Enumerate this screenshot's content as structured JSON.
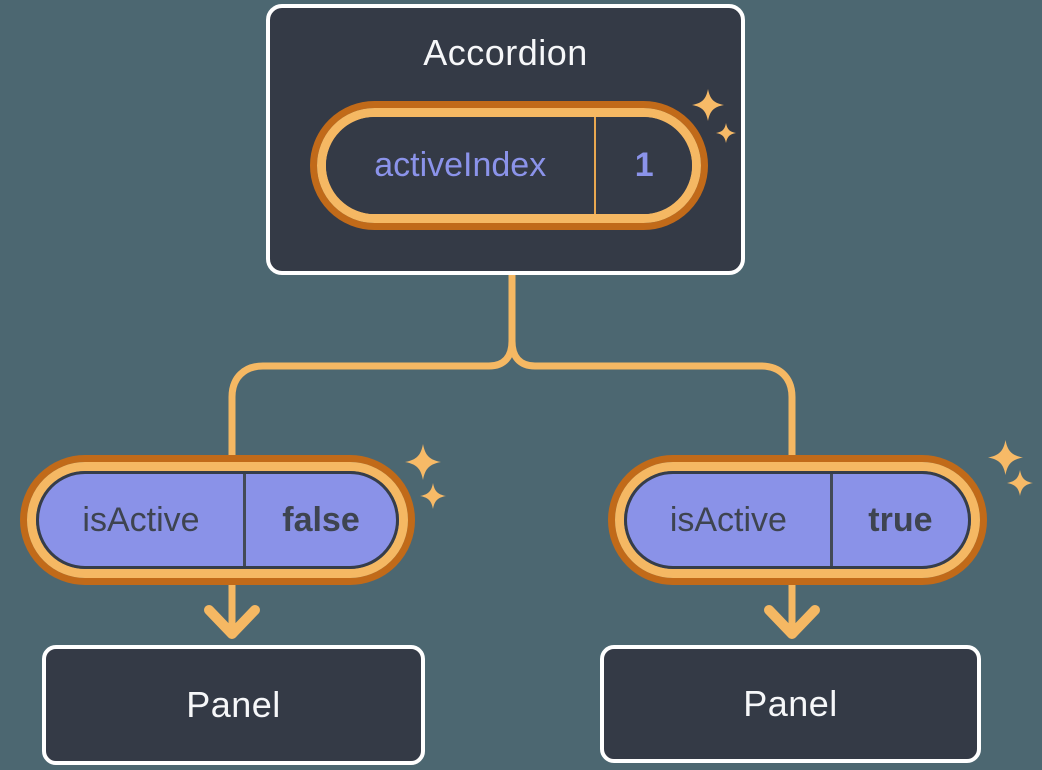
{
  "diagram": {
    "description": "Component tree: Accordion holds state, passes isActive props to two Panels",
    "colors": {
      "background": "#4C6771",
      "node_background": "#343A46",
      "node_border": "#FFFFFF",
      "connector_orange": "#F5B863",
      "ring_dark_orange": "#C16A19",
      "pill_purple": "#8A92E8",
      "state_text_purple": "#8B93EA",
      "prop_text_dark": "#3E4450",
      "title_text": "#F6F7F9",
      "sparkle": "#F7BA67"
    }
  },
  "root": {
    "title": "Accordion",
    "state": {
      "name": "activeIndex",
      "value": "1"
    }
  },
  "children": [
    {
      "prop": {
        "name": "isActive",
        "value": "false"
      },
      "panel_label": "Panel"
    },
    {
      "prop": {
        "name": "isActive",
        "value": "true"
      },
      "panel_label": "Panel"
    }
  ]
}
